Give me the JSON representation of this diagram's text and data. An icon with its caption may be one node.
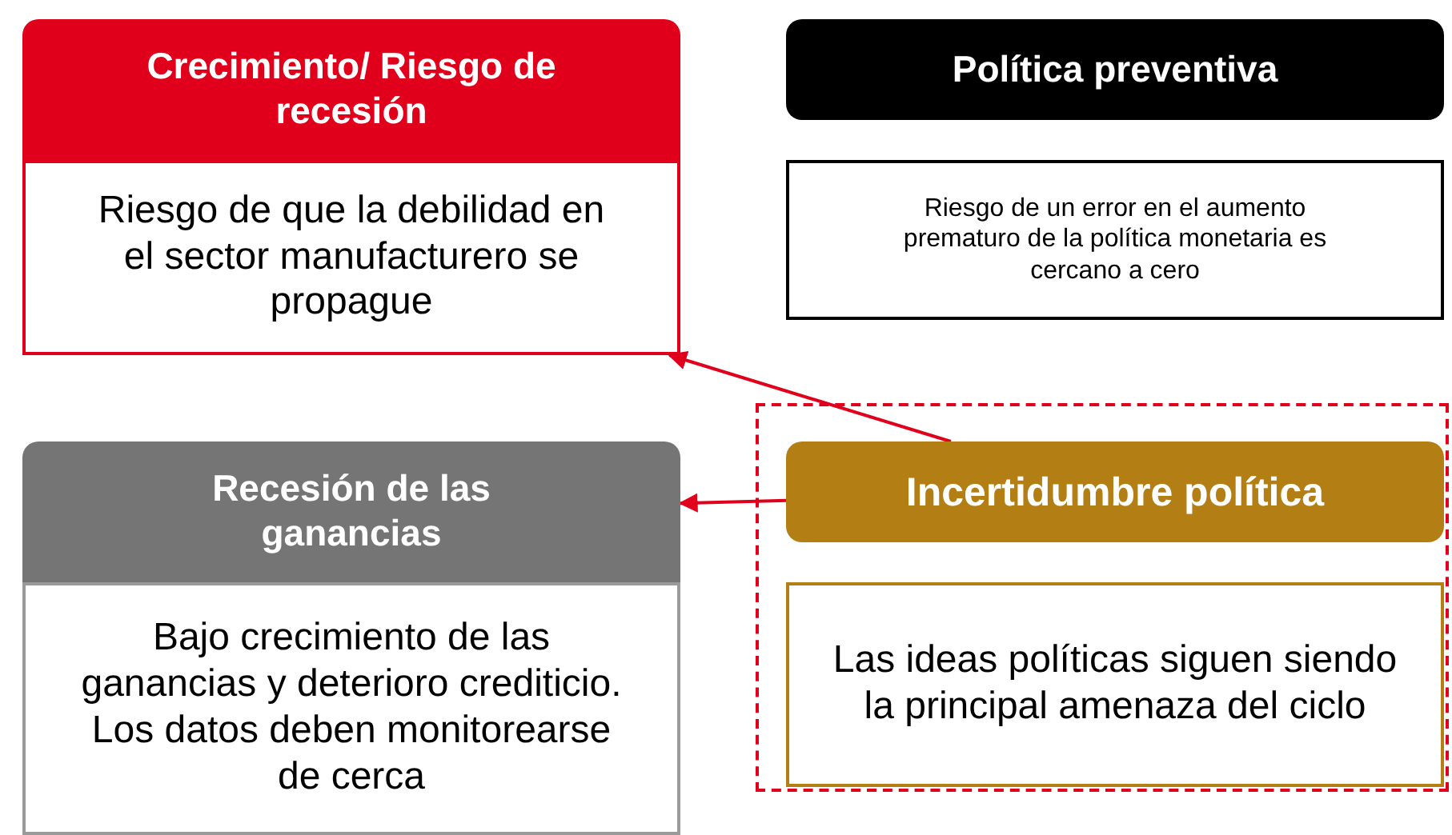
{
  "diagram": {
    "nodes": [
      {
        "text": [
          "Crecimiento/ Riesgo de recesión"
        ]
      },
      {
        "text": [
          "Riesgo de que la debilidad en el sector manufacturero se propague"
        ]
      },
      {
        "text": [
          "Política preventiva"
        ]
      },
      {
        "text": [
          "Riesgo de un error en el aumento prematuro de la política monetaria es cercano a cero"
        ]
      },
      {
        "text": [
          "Recesión de las ganancias"
        ]
      },
      {
        "text": [
          "Bajo crecimiento de las ganancias y deterioro crediticio. Los datos deben monitorearse de cerca"
        ]
      },
      {
        "text": [],
        "shape": "box"
      },
      {
        "text": [
          "Incertidumbre política"
        ],
        "in": 6
      },
      {
        "text": [
          "Las ideas políticas siguen siendo la principal amenaza del ciclo"
        ],
        "in": 6
      }
    ],
    "edges": [
      {
        "from": 7,
        "to": 1,
        "arrow": "to"
      },
      {
        "from": 7,
        "to": 4,
        "arrow": "to"
      }
    ]
  }
}
